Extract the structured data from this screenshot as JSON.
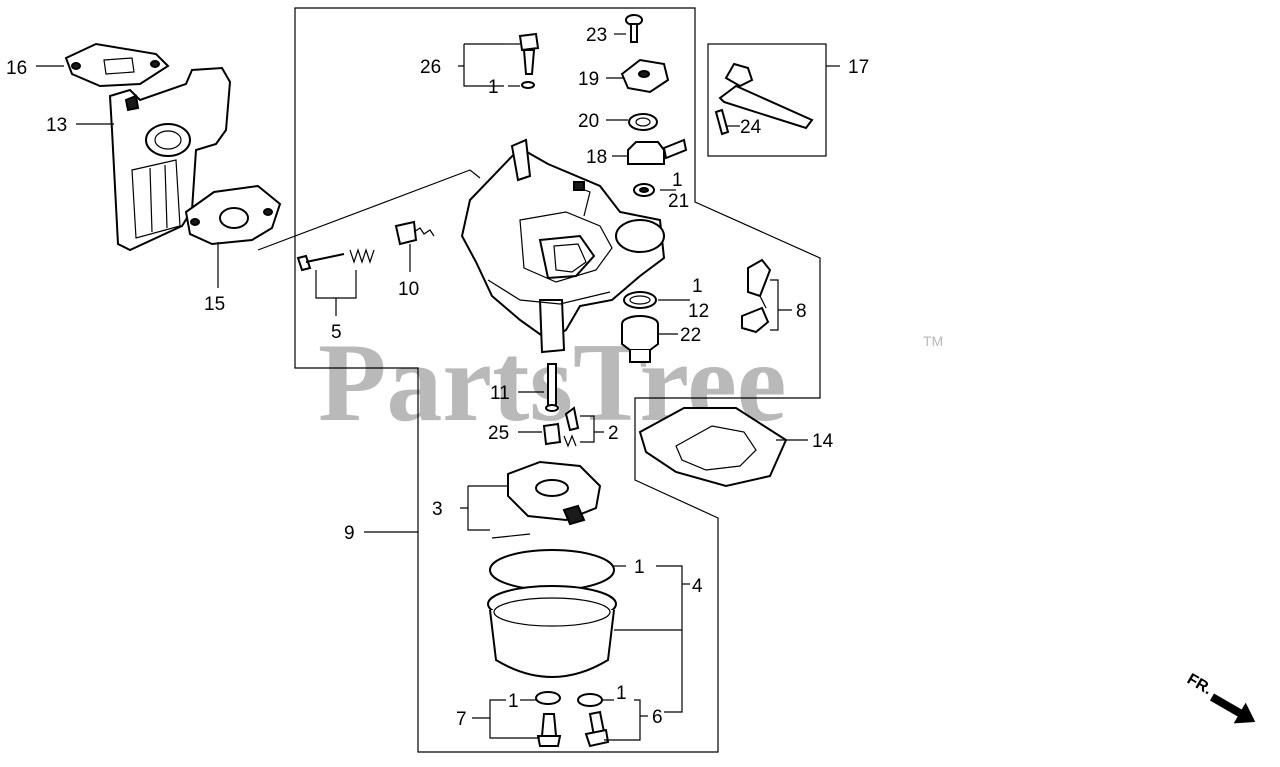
{
  "watermark": {
    "text": "PartsTree",
    "trademark": "TM"
  },
  "direction_marker": {
    "text": "FR."
  },
  "callouts": {
    "c16": "16",
    "c13": "13",
    "c15": "15",
    "c5": "5",
    "c10": "10",
    "c26": "26",
    "c1_top": "1",
    "c23": "23",
    "c19": "19",
    "c20": "20",
    "c18": "18",
    "c1_21": "1",
    "c21": "21",
    "c17": "17",
    "c24": "24",
    "c1_12": "1",
    "c12": "12",
    "c22": "22",
    "c8": "8",
    "c11": "11",
    "c25": "25",
    "c2": "2",
    "c14": "14",
    "c3": "3",
    "c9": "9",
    "c1_bowl": "1",
    "c4": "4",
    "c7": "7",
    "c1_7": "1",
    "c1_6": "1",
    "c6": "6"
  }
}
